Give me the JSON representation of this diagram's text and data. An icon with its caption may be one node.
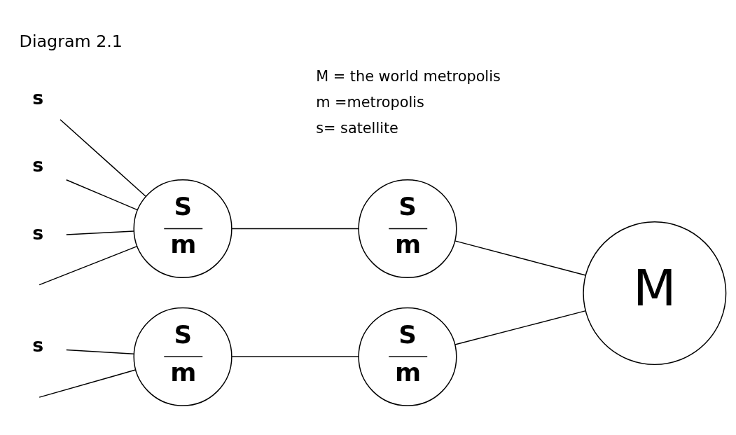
{
  "diagram": {
    "title": "Diagram 2.1",
    "nodes": [
      {
        "text": [
          "s"
        ]
      },
      {
        "text": [
          "S",
          "m"
        ]
      },
      {
        "text": [
          "S",
          "m"
        ]
      },
      {
        "text": [
          "M"
        ]
      },
      {
        "text": [
          "s"
        ]
      },
      {
        "text": [
          "S",
          "m"
        ]
      },
      {
        "text": [
          "s"
        ]
      },
      {
        "text": [
          "s"
        ]
      },
      {
        "text": [
          "S",
          "m"
        ]
      }
    ],
    "edges": [
      {
        "from": 0,
        "to": 1,
        "arrow": "none"
      },
      {
        "from": null,
        "to": 1,
        "arrow": "none"
      },
      {
        "from": 4,
        "to": 1,
        "arrow": "none"
      },
      {
        "from": 6,
        "to": 1,
        "arrow": "none"
      },
      {
        "from": 1,
        "to": 2,
        "arrow": "none"
      },
      {
        "from": 2,
        "to": 3,
        "arrow": "none"
      },
      {
        "from": 5,
        "to": 3,
        "arrow": "none"
      },
      {
        "from": 8,
        "to": 5,
        "arrow": "none"
      },
      {
        "from": 7,
        "to": 8,
        "arrow": "none"
      },
      {
        "from": null,
        "to": 8,
        "arrow": "none"
      }
    ],
    "labels": [
      "M = the world metropolis",
      "m =metropolis",
      "s= satellite"
    ]
  }
}
